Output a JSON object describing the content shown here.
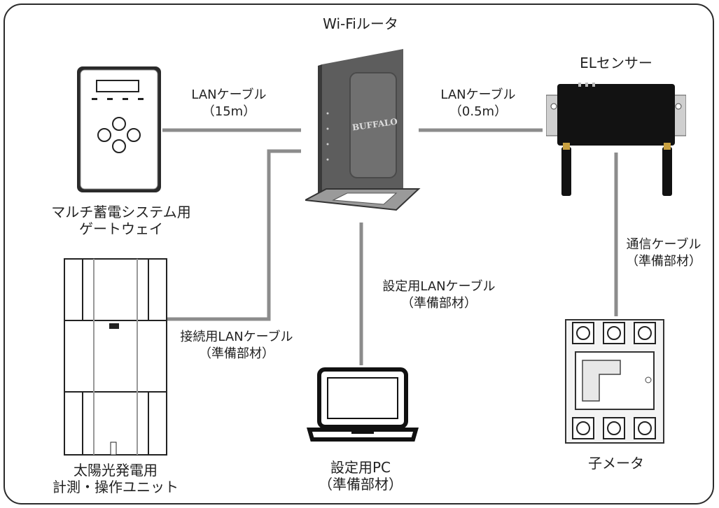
{
  "devices": {
    "router": {
      "label": "Wi-Fiルータ",
      "brand": "BUFFALO"
    },
    "el_sensor": {
      "label": "ELセンサー"
    },
    "gateway": {
      "label_line1": "マルチ蓄電システム用",
      "label_line2": "ゲートウェイ"
    },
    "solar_unit": {
      "label_line1": "太陽光発電用",
      "label_line2": "計測・操作ユニット"
    },
    "pc": {
      "label_line1": "設定用PC",
      "label_line2": "（準備部材）"
    },
    "meter": {
      "label": "子メータ"
    }
  },
  "cables": {
    "gateway_router": {
      "line1": "LANケーブル",
      "line2": "（15m）"
    },
    "router_sensor": {
      "line1": "LANケーブル",
      "line2": "（0.5m）"
    },
    "router_pc": {
      "line1": "設定用LANケーブル",
      "line2": "（準備部材）"
    },
    "solar_router": {
      "line1": "接続用LANケーブル",
      "line2": "（準備部材）"
    },
    "sensor_meter": {
      "line1": "通信ケーブル",
      "line2": "（準備部材）"
    }
  },
  "colors": {
    "cable": "#8c8c8c",
    "device_dark": "#1a1a1a",
    "router_body": "#6e6e6e",
    "frame": "#2b2b2b"
  }
}
